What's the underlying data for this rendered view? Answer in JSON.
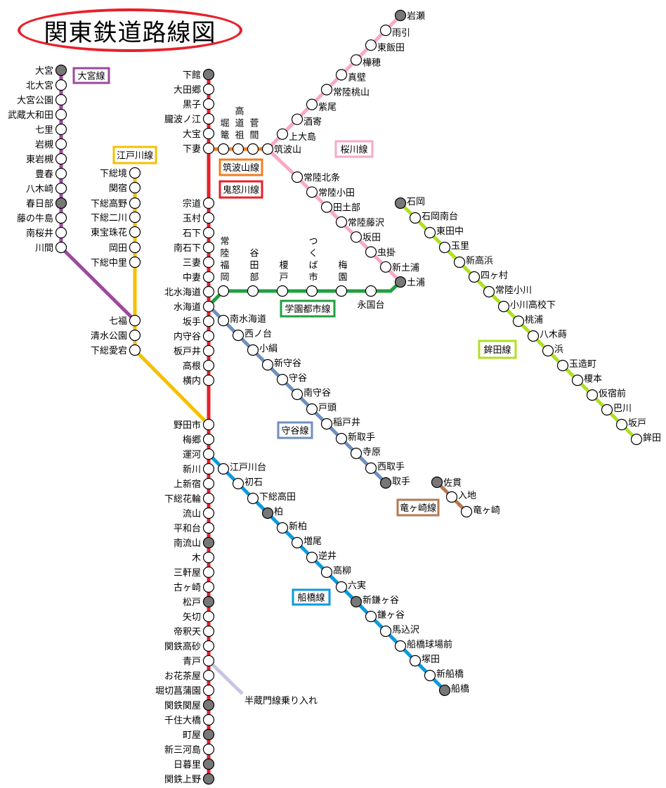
{
  "title": "関東鉄道路線図",
  "lines": [
    {
      "id": "omiya",
      "name": "大宮線",
      "color": "#9b4a9e",
      "stations": [
        {
          "name": "大宮",
          "major": true
        },
        {
          "name": "北大宮",
          "major": false
        },
        {
          "name": "大宮公園",
          "major": false
        },
        {
          "name": "武蔵大和田",
          "major": false
        },
        {
          "name": "七里",
          "major": false
        },
        {
          "name": "岩槻",
          "major": false
        },
        {
          "name": "東岩槻",
          "major": false
        },
        {
          "name": "豊春",
          "major": false
        },
        {
          "name": "八木崎",
          "major": false
        },
        {
          "name": "春日部",
          "major": true
        },
        {
          "name": "藤の牛島",
          "major": false
        },
        {
          "name": "南桜井",
          "major": false
        },
        {
          "name": "川間",
          "major": false
        }
      ]
    },
    {
      "id": "edogawa",
      "name": "江戸川線",
      "color": "#f5c000",
      "stations": [
        {
          "name": "下総境",
          "major": false
        },
        {
          "name": "関宿",
          "major": false
        },
        {
          "name": "下総高野",
          "major": false
        },
        {
          "name": "下総二川",
          "major": false
        },
        {
          "name": "東宝珠花",
          "major": false
        },
        {
          "name": "岡田",
          "major": false
        },
        {
          "name": "下総中里",
          "major": false
        },
        {
          "name": "七福",
          "major": false
        },
        {
          "name": "清水公園",
          "major": false
        },
        {
          "name": "下総愛宕",
          "major": false
        }
      ]
    },
    {
      "id": "kinugawa",
      "name": "鬼怒川線",
      "color": "#e8202a",
      "stations": [
        {
          "name": "下館",
          "major": true
        },
        {
          "name": "大田郷",
          "major": false
        },
        {
          "name": "黒子",
          "major": false
        },
        {
          "name": "朧波ノ江",
          "major": false
        },
        {
          "name": "大宝",
          "major": false
        },
        {
          "name": "下妻",
          "major": false
        },
        {
          "name": "宗道",
          "major": false
        },
        {
          "name": "玉村",
          "major": false
        },
        {
          "name": "石下",
          "major": false
        },
        {
          "name": "南石下",
          "major": false
        },
        {
          "name": "三妻",
          "major": false
        },
        {
          "name": "中妻",
          "major": false
        },
        {
          "name": "北水海道",
          "major": false
        },
        {
          "name": "水海道",
          "major": false
        },
        {
          "name": "坂手",
          "major": false
        },
        {
          "name": "内守谷",
          "major": false
        },
        {
          "name": "板戸井",
          "major": false
        },
        {
          "name": "高根",
          "major": false
        },
        {
          "name": "横内",
          "major": false
        },
        {
          "name": "野田市",
          "major": false
        },
        {
          "name": "梅郷",
          "major": false
        },
        {
          "name": "運河",
          "major": false
        },
        {
          "name": "新川",
          "major": false
        },
        {
          "name": "上新宿",
          "major": false
        },
        {
          "name": "下総花輪",
          "major": false
        },
        {
          "name": "流山",
          "major": false
        },
        {
          "name": "平和台",
          "major": false
        },
        {
          "name": "南流山",
          "major": true
        },
        {
          "name": "木",
          "major": false
        },
        {
          "name": "三軒屋",
          "major": false
        },
        {
          "name": "古ヶ崎",
          "major": false
        },
        {
          "name": "松戸",
          "major": true
        },
        {
          "name": "矢切",
          "major": false
        },
        {
          "name": "帝釈天",
          "major": false
        },
        {
          "name": "関鉄高砂",
          "major": false
        },
        {
          "name": "青戸",
          "major": false
        },
        {
          "name": "お花茶屋",
          "major": false
        },
        {
          "name": "堀切菖蒲園",
          "major": false
        },
        {
          "name": "関鉄関屋",
          "major": true
        },
        {
          "name": "千住大橋",
          "major": false
        },
        {
          "name": "町屋",
          "major": true
        },
        {
          "name": "新三河島",
          "major": false
        },
        {
          "name": "日暮里",
          "major": true
        },
        {
          "name": "関鉄上野",
          "major": true
        }
      ]
    },
    {
      "id": "tsukuba",
      "name": "筑波山線",
      "color": "#f07d20",
      "stations": [
        {
          "name": "堀篭",
          "major": false
        },
        {
          "name": "高道祖",
          "major": false
        },
        {
          "name": "菅間",
          "major": false
        },
        {
          "name": "筑波山",
          "major": false
        }
      ]
    },
    {
      "id": "sakuragawa",
      "name": "桜川線",
      "color": "#f9a8c8",
      "stations": [
        {
          "name": "岩瀬",
          "major": true
        },
        {
          "name": "雨引",
          "major": false
        },
        {
          "name": "東飯田",
          "major": false
        },
        {
          "name": "樺穂",
          "major": false
        },
        {
          "name": "真壁",
          "major": false
        },
        {
          "name": "常陸桃山",
          "major": false
        },
        {
          "name": "紫尾",
          "major": false
        },
        {
          "name": "酒寄",
          "major": false
        },
        {
          "name": "上大島",
          "major": false
        },
        {
          "name": "常陸北条",
          "major": false
        },
        {
          "name": "常陸小田",
          "major": false
        },
        {
          "name": "田土部",
          "major": false
        },
        {
          "name": "常陸藤沢",
          "major": false
        },
        {
          "name": "坂田",
          "major": false
        },
        {
          "name": "虫掛",
          "major": false
        },
        {
          "name": "新土浦",
          "major": false
        },
        {
          "name": "土浦",
          "major": true
        }
      ]
    },
    {
      "id": "gakuen",
      "name": "学園都市線",
      "color": "#20a040",
      "stations": [
        {
          "name": "常陸福岡",
          "major": false
        },
        {
          "name": "谷田部",
          "major": false
        },
        {
          "name": "榎戸",
          "major": false
        },
        {
          "name": "つくば市",
          "major": false
        },
        {
          "name": "梅園",
          "major": false
        },
        {
          "name": "永国台",
          "major": false
        }
      ]
    },
    {
      "id": "moriya",
      "name": "守谷線",
      "color": "#6f8fbf",
      "stations": [
        {
          "name": "南水海道",
          "major": false
        },
        {
          "name": "西ノ台",
          "major": false
        },
        {
          "name": "小絹",
          "major": false
        },
        {
          "name": "新守谷",
          "major": false
        },
        {
          "name": "守谷",
          "major": false
        },
        {
          "name": "南守谷",
          "major": false
        },
        {
          "name": "戸頭",
          "major": false
        },
        {
          "name": "稲戸井",
          "major": false
        },
        {
          "name": "新取手",
          "major": false
        },
        {
          "name": "寺原",
          "major": false
        },
        {
          "name": "西取手",
          "major": false
        },
        {
          "name": "取手",
          "major": true
        }
      ]
    },
    {
      "id": "funabashi",
      "name": "船橋線",
      "color": "#0a9ae0",
      "stations": [
        {
          "name": "江戸川台",
          "major": false
        },
        {
          "name": "初石",
          "major": false
        },
        {
          "name": "下総高田",
          "major": false
        },
        {
          "name": "柏",
          "major": true
        },
        {
          "name": "新柏",
          "major": false
        },
        {
          "name": "増尾",
          "major": false
        },
        {
          "name": "逆井",
          "major": false
        },
        {
          "name": "高柳",
          "major": false
        },
        {
          "name": "六実",
          "major": false
        },
        {
          "name": "新鎌ヶ谷",
          "major": true
        },
        {
          "name": "鎌ヶ谷",
          "major": false
        },
        {
          "name": "馬込沢",
          "major": false
        },
        {
          "name": "船橋球場前",
          "major": false
        },
        {
          "name": "塚田",
          "major": false
        },
        {
          "name": "新船橋",
          "major": false
        },
        {
          "name": "船橋",
          "major": true
        }
      ]
    },
    {
      "id": "hokota",
      "name": "鉾田線",
      "color": "#b0e020",
      "stations": [
        {
          "name": "石岡",
          "major": true
        },
        {
          "name": "石岡南台",
          "major": false
        },
        {
          "name": "東田中",
          "major": false
        },
        {
          "name": "玉里",
          "major": false
        },
        {
          "name": "新高浜",
          "major": false
        },
        {
          "name": "四ヶ村",
          "major": false
        },
        {
          "name": "常陸小川",
          "major": false
        },
        {
          "name": "小川高校下",
          "major": false
        },
        {
          "name": "桃浦",
          "major": false
        },
        {
          "name": "八木蒔",
          "major": false
        },
        {
          "name": "浜",
          "major": false
        },
        {
          "name": "玉造町",
          "major": false
        },
        {
          "name": "榎本",
          "major": false
        },
        {
          "name": "仮宿前",
          "major": false
        },
        {
          "name": "巴川",
          "major": false
        },
        {
          "name": "坂戸",
          "major": false
        },
        {
          "name": "鉾田",
          "major": false
        }
      ]
    },
    {
      "id": "ryugasaki",
      "name": "竜ヶ崎線",
      "color": "#b87850",
      "stations": [
        {
          "name": "佐貫",
          "major": true
        },
        {
          "name": "入地",
          "major": false
        },
        {
          "name": "竜ヶ崎",
          "major": false
        }
      ]
    }
  ],
  "through_service": {
    "label": "半蔵門線乗り入れ",
    "color": "#c8c4e4"
  }
}
